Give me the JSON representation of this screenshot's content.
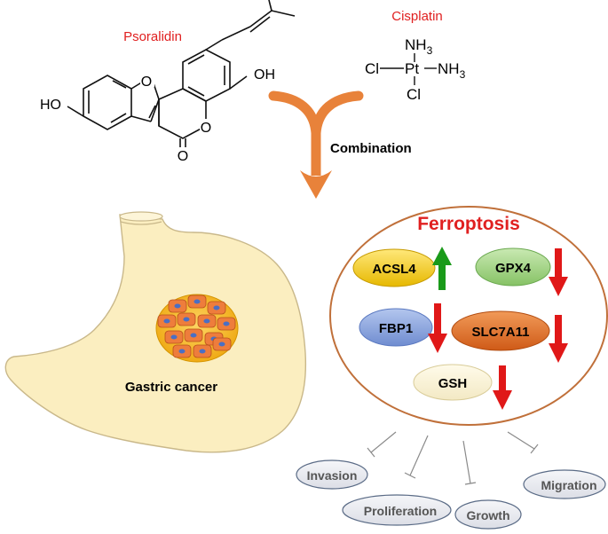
{
  "compounds": {
    "psoralidin": {
      "name": "Psoralidin",
      "oh_left": "HO",
      "oh_right": "OH",
      "ring_o1": "O",
      "ring_o2": "O",
      "carbonyl_o": "O"
    },
    "cisplatin": {
      "name": "Cisplatin",
      "nh3_top": "NH",
      "nh3_top_sub": "3",
      "cl_left": "Cl",
      "pt": "Pt",
      "nh3_right": "NH",
      "nh3_right_sub": "3",
      "cl_bottom": "Cl"
    }
  },
  "combination_label": "Combination",
  "stomach_label": "Gastric cancer",
  "ferroptosis": {
    "title": "Ferroptosis",
    "markers": [
      {
        "name": "ACSL4",
        "change": "up"
      },
      {
        "name": "GPX4",
        "change": "down"
      },
      {
        "name": "FBP1",
        "change": "down"
      },
      {
        "name": "SLC7A11",
        "change": "down"
      },
      {
        "name": "GSH",
        "change": "down"
      }
    ]
  },
  "outcomes": [
    "Invasion",
    "Proliferation",
    "Growth",
    "Migration"
  ],
  "colors": {
    "title_red": "#e02020",
    "arrow_down": "#e01818",
    "arrow_up": "#1a9a1a",
    "combine_arrow": "#e8823a",
    "stomach_fill": "#fbeec0",
    "tumor_fill": "#f6b51a",
    "cell_fill": "#ee7d3c",
    "circle_stroke": "#c0703a"
  }
}
